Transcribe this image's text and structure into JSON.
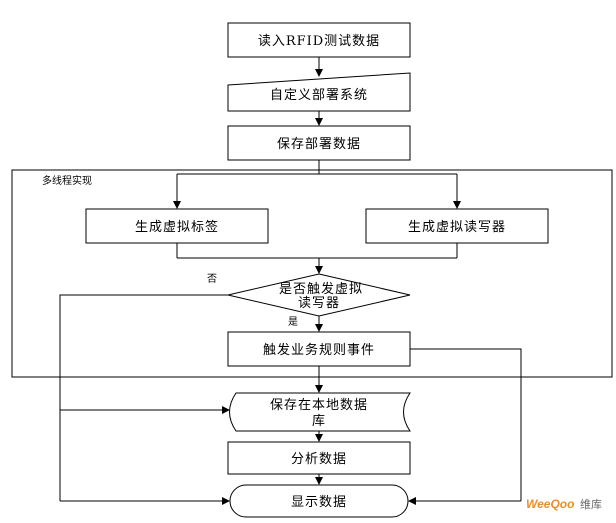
{
  "nodes": {
    "read_rfid": "读入RFID测试数据",
    "custom_deploy": "自定义部署系统",
    "save_deploy": "保存部署数据",
    "multithread_label": "多线程实现",
    "gen_tag": "生成虚拟标签",
    "gen_reader": "生成虚拟读写器",
    "trigger_q_line1": "是否触发虚拟",
    "trigger_q_line2": "读写器",
    "label_no": "否",
    "label_yes": "是",
    "trigger_rule": "触发业务规则事件",
    "save_local_line1": "保存在本地数据",
    "save_local_line2": "库",
    "analyze": "分析数据",
    "display": "显示数据"
  },
  "watermark": {
    "brand": "WeeQoo",
    "suffix": "维库"
  }
}
